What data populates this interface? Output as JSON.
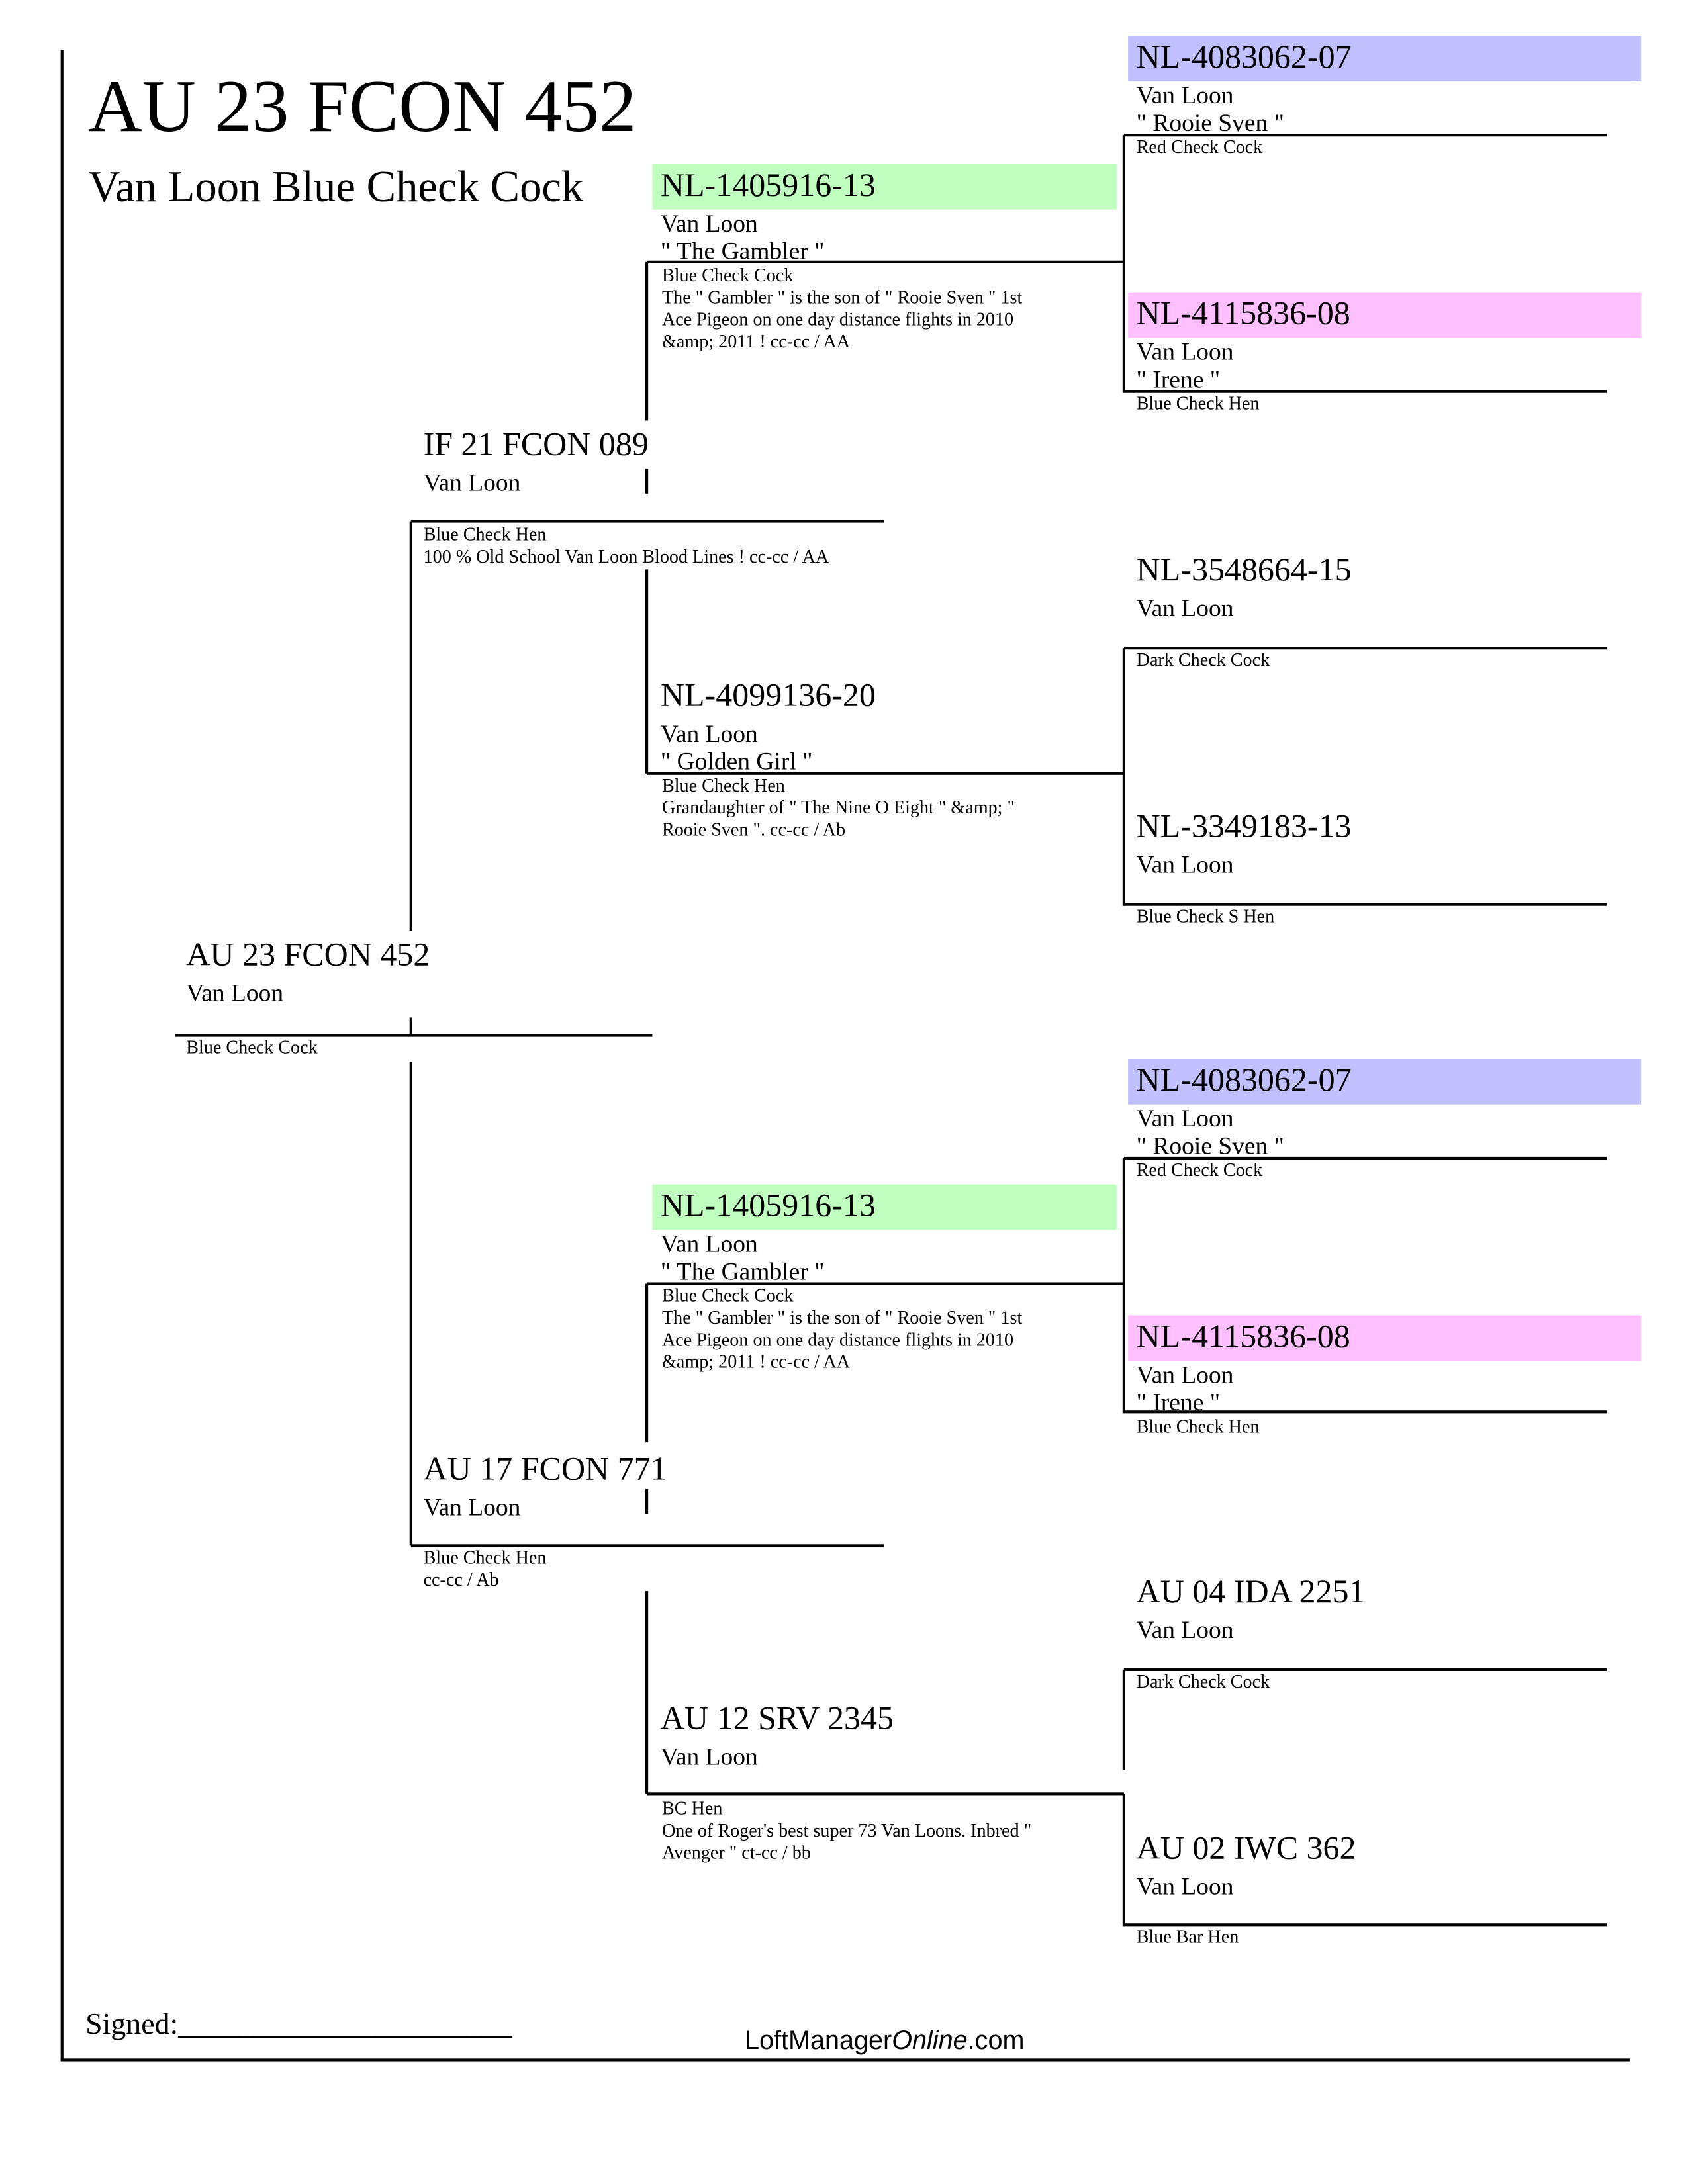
{
  "title": "AU 23 FCON 452",
  "subtitle": "Van Loon Blue Check Cock",
  "signed": "Signed:______________________",
  "brand": {
    "a": "LoftManager",
    "b": "Online",
    "c": ".com"
  },
  "subject": {
    "ring": "AU 23 FCON 452",
    "breeder": "Van Loon",
    "notes": [
      "Blue Check Cock"
    ]
  },
  "sire": {
    "ring": "IF 21 FCON 089",
    "breeder": "Van Loon",
    "notes": [
      "Blue Check Hen",
      "100 % Old School Van Loon Blood Lines ! cc-cc / AA"
    ]
  },
  "dam": {
    "ring": "AU 17 FCON 771",
    "breeder": "Van Loon",
    "notes": [
      "Blue Check Hen",
      "cc-cc / Ab"
    ]
  },
  "gen3": [
    {
      "ring": "NL-1405916-13",
      "breeder": "Van Loon",
      "name": "\" The Gambler \"",
      "notes": [
        "Blue Check Cock",
        "The \" Gambler \" is the son of \" Rooie Sven \" 1st",
        "Ace Pigeon on one day distance flights in 2010",
        "&amp; 2011 !  cc-cc / AA"
      ]
    },
    {
      "ring": "NL-4099136-20",
      "breeder": "Van Loon",
      "name": "\" Golden Girl \"",
      "notes": [
        "Blue Check Hen",
        "Grandaughter of \" The Nine O Eight \" &amp; \"",
        "Rooie Sven \".  cc-cc / Ab"
      ]
    },
    {
      "ring": "NL-1405916-13",
      "breeder": "Van Loon",
      "name": "\" The Gambler \"",
      "notes": [
        "Blue Check Cock",
        "The \" Gambler \" is the son of \" Rooie Sven \" 1st",
        "Ace Pigeon on one day distance flights in 2010",
        "&amp; 2011 !  cc-cc / AA"
      ]
    },
    {
      "ring": "AU 12 SRV 2345",
      "breeder": "Van Loon",
      "name": "",
      "notes": [
        "BC Hen",
        "One of Roger's best super 73 Van Loons. Inbred \"",
        "Avenger \"    ct-cc / bb"
      ]
    }
  ],
  "gen4": [
    {
      "ring": "NL-4083062-07",
      "breeder": "Van Loon",
      "name": "\" Rooie Sven \"",
      "notes": "Red Check Cock"
    },
    {
      "ring": "NL-4115836-08",
      "breeder": "Van Loon",
      "name": "\" Irene \"",
      "notes": "Blue Check Hen"
    },
    {
      "ring": "NL-3548664-15",
      "breeder": "Van Loon",
      "name": "",
      "notes": "Dark Check Cock"
    },
    {
      "ring": "NL-3349183-13",
      "breeder": "Van Loon",
      "name": "",
      "notes": "Blue Check S Hen"
    },
    {
      "ring": "NL-4083062-07",
      "breeder": "Van Loon",
      "name": "\" Rooie Sven \"",
      "notes": "Red Check Cock"
    },
    {
      "ring": "NL-4115836-08",
      "breeder": "Van Loon",
      "name": "\" Irene \"",
      "notes": "Blue Check Hen"
    },
    {
      "ring": "AU 04 IDA 2251",
      "breeder": "Van Loon",
      "name": "",
      "notes": "Dark Check Cock"
    },
    {
      "ring": "AU 02 IWC 362",
      "breeder": "Van Loon",
      "name": "",
      "notes": "Blue Bar Hen"
    }
  ],
  "colors": {
    "sire_highlight": "#c0c0ff",
    "dam_highlight": "#ffc0ff",
    "repeat_highlight": "#c0ffc0"
  }
}
